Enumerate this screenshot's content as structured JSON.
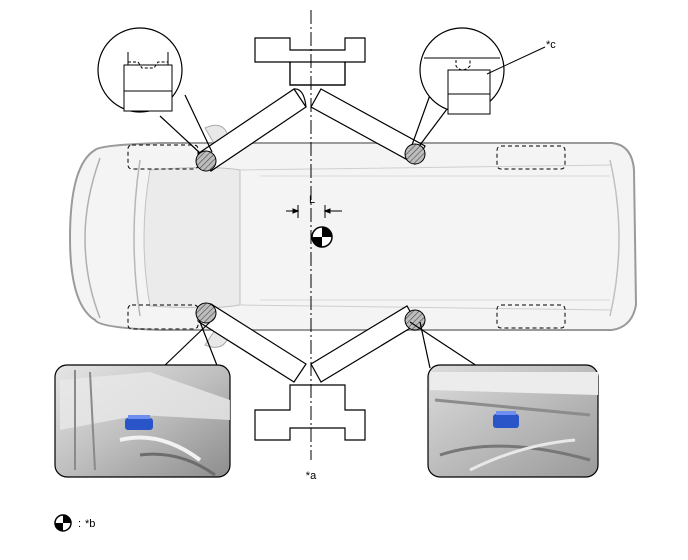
{
  "labels": {
    "callout_a": "*a",
    "callout_b": "*b",
    "callout_c": "*c",
    "dimension_l": "L",
    "legend_sep": ":"
  },
  "colors": {
    "line": "#000000",
    "vehicle_fill": "#f4f4f4",
    "vehicle_edge": "#9a9a9a",
    "lift_point": "#8a8a8a",
    "jack_adapter_blue": "#2a55c8",
    "photo_bg": "#cfcfcf"
  },
  "icons": [
    "center-of-gravity-icon",
    "lift-point-hatch-icon"
  ]
}
